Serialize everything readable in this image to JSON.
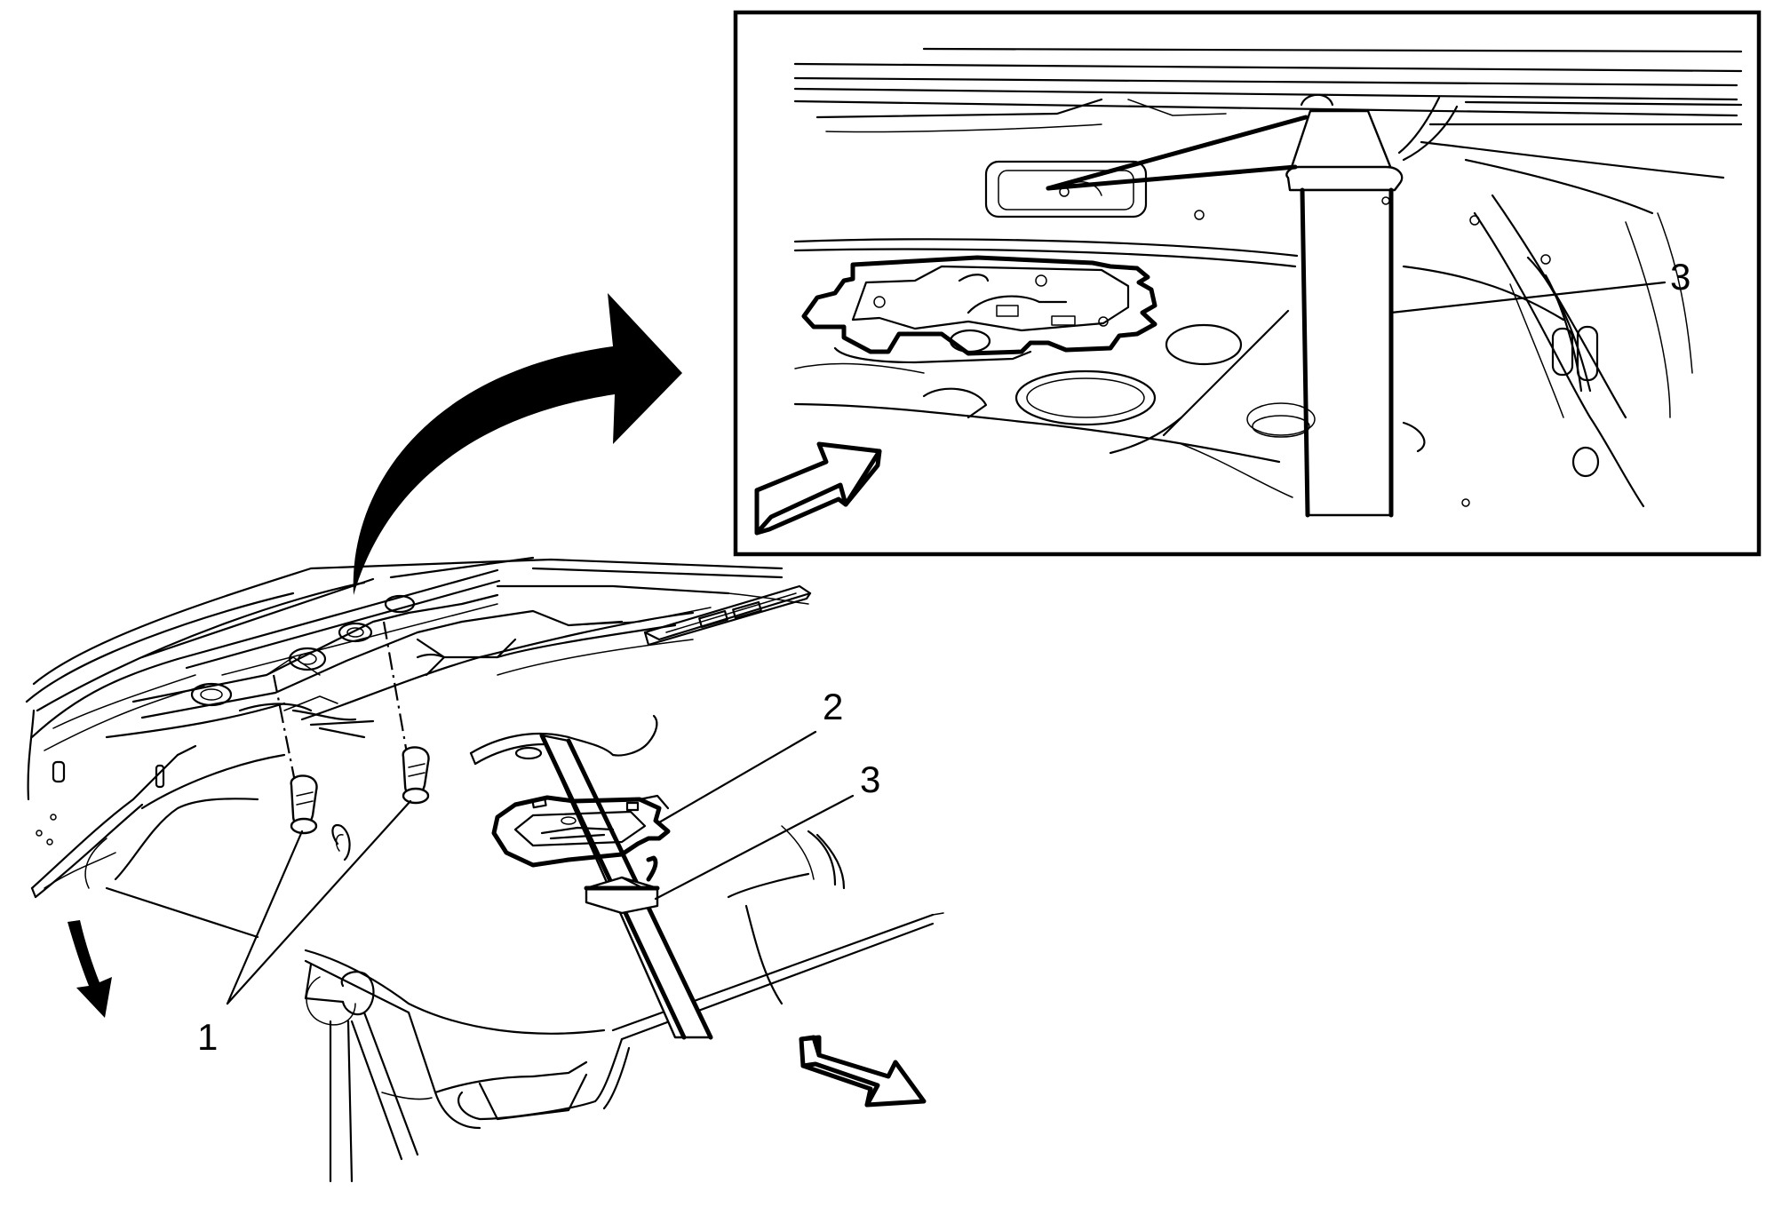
{
  "callouts": {
    "fastener": "1",
    "bracket": "2",
    "inset_pillar_trim": "3",
    "main_pillar_trim": "3"
  },
  "colors": {
    "line": "#000000",
    "background": "#ffffff"
  },
  "icons": {
    "transfer_arrow": "curved-arrow-icon",
    "removal_direction": "push-arrow-icon",
    "rotation": "rotate-arrow-icon",
    "pull_direction": "pull-arrow-icon"
  }
}
